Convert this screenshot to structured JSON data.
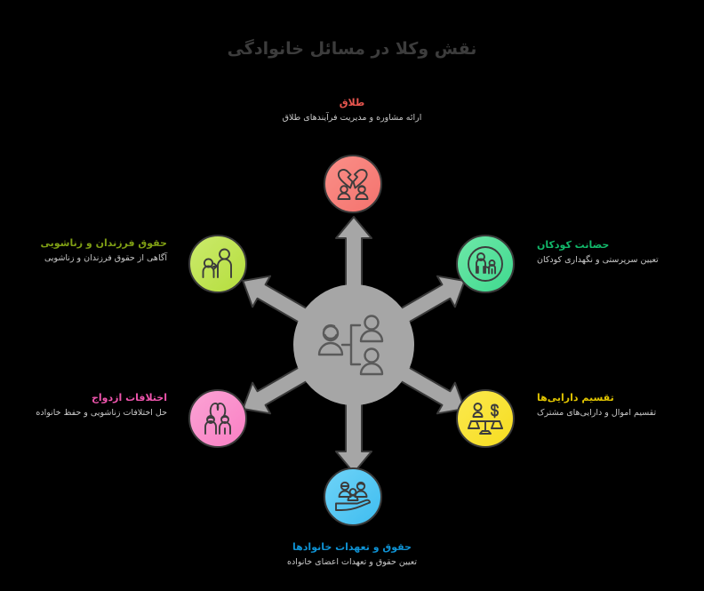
{
  "title": "نقش وکلا در مسائل خانوادگی",
  "colors": {
    "background": "#000000",
    "hub": "#a6a6a6",
    "arrow": "#a6a6a6",
    "arrow_stroke": "#3a3a3a",
    "icon_stroke": "#3c3c3c",
    "title": "#3c3c3c",
    "description": "#c9c9c9",
    "node_border": "#3a3a3a"
  },
  "center": {
    "icon": "family-tree-icon",
    "icon_color": "#5a5a5a"
  },
  "nodes": [
    {
      "id": "divorce",
      "position": "top",
      "heading": "طلاق",
      "description": "ارائه مشاوره و مدیریت فرآیندهای طلاق",
      "color": "#f4736e",
      "color_light": "#fa8f88",
      "heading_color": "#e8564f",
      "icon": "broken-heart-couple-icon"
    },
    {
      "id": "child-custody",
      "position": "top-right",
      "heading": "حضانت کودکان",
      "description": "تعیین سرپرستی و نگهداری کودکان",
      "color": "#3fd98f",
      "color_light": "#6ee8a8",
      "heading_color": "#12b86a",
      "icon": "parent-child-circle-icon"
    },
    {
      "id": "asset-division",
      "position": "bottom-right",
      "heading": "تقسیم دارایی‌ها",
      "description": "تقسیم اموال و دارایی‌های مشترک",
      "color": "#f7dd20",
      "color_light": "#fbe94f",
      "heading_color": "#e0c400",
      "icon": "scales-money-icon"
    },
    {
      "id": "family-rights",
      "position": "bottom",
      "heading": "حقوق و تعهدات خانوادها",
      "description": "تعیین حقوق و تعهدات اعضای خانواده",
      "color": "#3fbdf0",
      "color_light": "#6fd3f7",
      "heading_color": "#0e92d4",
      "icon": "hand-family-icon"
    },
    {
      "id": "marriage-disputes",
      "position": "bottom-left",
      "heading": "اختلافات ازدواج",
      "description": "حل اختلافات زناشویی و حفظ خانواده",
      "color": "#f97fc4",
      "color_light": "#fba3d4",
      "heading_color": "#ef55ad",
      "icon": "couple-heart-icon"
    },
    {
      "id": "children-spouse-rights",
      "position": "top-left",
      "heading": "حقوق فرزندان و زناشویی",
      "description": "آگاهی از حقوق فرزندان و زناشویی",
      "color": "#b5de3d",
      "color_light": "#cbea6c",
      "heading_color": "#7f9e14",
      "icon": "adult-child-icon"
    }
  ],
  "arrows": {
    "count": 6,
    "directions": [
      "up",
      "upper-right",
      "lower-right",
      "down",
      "lower-left",
      "upper-left"
    ]
  }
}
